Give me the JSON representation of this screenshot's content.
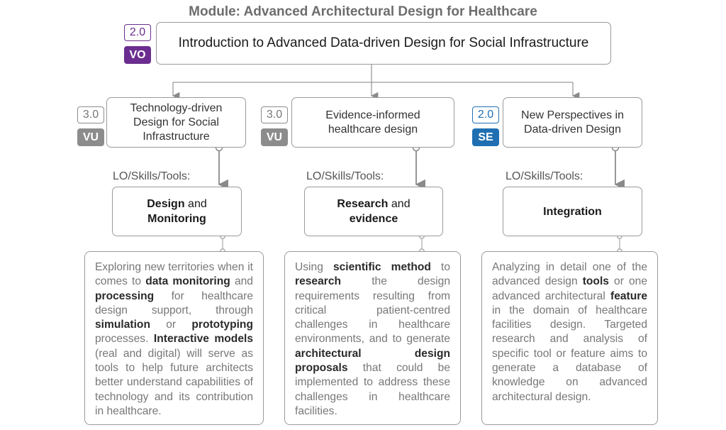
{
  "module_title": "Module: Advanced Architectural Design for Healthcare",
  "intro": {
    "credits": "2.0",
    "type": "VO",
    "title": "Introduction to Advanced Data-driven Design for Social Infrastructure"
  },
  "lo_label": "LO/Skills/Tools:",
  "colors": {
    "vo": "#6b2d8f",
    "vu": "#8c8c8c",
    "se": "#1f6fb2",
    "box_border": "#9a9a9a"
  },
  "columns": [
    {
      "credits": "3.0",
      "type": "VU",
      "course_lines": [
        "Technology-driven",
        "Design for Social",
        "Infrastructure"
      ],
      "skill_bold_1": "Design",
      "skill_plain": " and",
      "skill_bold_2": "Monitoring",
      "desc": [
        {
          "t": "Exploring new territories when it comes to "
        },
        {
          "t": "data monitoring",
          "b": true
        },
        {
          "t": " and "
        },
        {
          "t": "processing",
          "b": true
        },
        {
          "t": " for healthcare design support, through "
        },
        {
          "t": "simulation",
          "b": true
        },
        {
          "t": " or "
        },
        {
          "t": "prototyping",
          "b": true
        },
        {
          "t": " processes. "
        },
        {
          "t": "Interactive models",
          "b": true
        },
        {
          "t": " (real and digital) will serve as tools to help future architects better understand capabilities of technology and its contribution in healthcare."
        }
      ]
    },
    {
      "credits": "3.0",
      "type": "VU",
      "course_lines": [
        "Evidence-informed",
        "healthcare design"
      ],
      "skill_bold_1": "Research",
      "skill_plain": " and",
      "skill_bold_2": "evidence",
      "skill_bold_2_plain": true,
      "desc": [
        {
          "t": "Using "
        },
        {
          "t": "scientific method",
          "b": true
        },
        {
          "t": " to "
        },
        {
          "t": "research",
          "b": true
        },
        {
          "t": " the design requirements resulting from critical patient-centred challenges in healthcare environments, and to generate "
        },
        {
          "t": "architectural design proposals",
          "b": true
        },
        {
          "t": " that could be implemented to address these challenges in healthcare facilities."
        }
      ]
    },
    {
      "credits": "2.0",
      "type": "SE",
      "course_lines": [
        "New Perspectives in",
        "Data-driven Design"
      ],
      "skill_bold_1": "Integration",
      "skill_plain": "",
      "skill_bold_2": "",
      "desc": [
        {
          "t": "Analyzing in detail one of the advanced design "
        },
        {
          "t": "tools",
          "b": true
        },
        {
          "t": " or one advanced architectural "
        },
        {
          "t": "feature",
          "b": true
        },
        {
          "t": " in the domain of healthcare facilities design. Targeted research and analysis of specific tool or feature aims to generate a database of knowledge on advanced architectural design."
        }
      ]
    }
  ]
}
